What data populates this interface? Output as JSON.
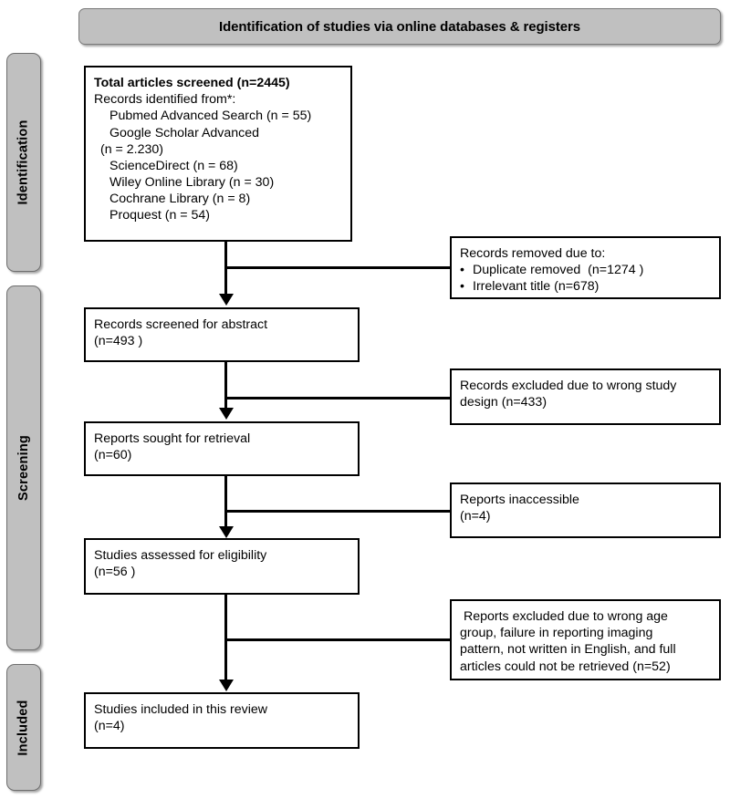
{
  "figure": {
    "type": "prisma-flow-diagram",
    "phase_banner": {
      "label": "Identification of studies via online databases & registers"
    },
    "side_tabs": [
      {
        "key": "identification",
        "label": "Identification"
      },
      {
        "key": "screening",
        "label": "Screening"
      },
      {
        "key": "included",
        "label": "Included"
      }
    ],
    "colors": {
      "banner_fill": "#c0c0c0",
      "banner_border": "#7a7a7a",
      "box_fill": "#ffffff",
      "box_border": "#000000",
      "connector": "#000000"
    },
    "main_boxes": [
      {
        "key": "identification-records",
        "lines": [
          {
            "text": "Total articles screened (n=2445)",
            "bold": true,
            "indent": 0
          },
          {
            "text": "Records identified from*:",
            "bold": false,
            "indent": 0
          },
          {
            "text": "Pubmed Advanced Search (n = 55)",
            "bold": false,
            "indent": 1
          },
          {
            "text": "Google Scholar Advanced",
            "bold": false,
            "indent": 1
          },
          {
            "text": "(n = 2.230)",
            "bold": false,
            "indent": 0
          },
          {
            "text": "ScienceDirect (n = 68)",
            "bold": false,
            "indent": 1
          },
          {
            "text": "Wiley Online Library (n = 30)",
            "bold": false,
            "indent": 1
          },
          {
            "text": "Cochrane Library (n = 8)",
            "bold": false,
            "indent": 1
          },
          {
            "text": "Proquest (n = 54)",
            "bold": false,
            "indent": 1
          }
        ]
      },
      {
        "key": "records-screened",
        "lines": [
          {
            "text": "Records screened for abstract",
            "bold": false,
            "indent": 0
          },
          {
            "text": "(n=493 )",
            "bold": false,
            "indent": 0
          }
        ]
      },
      {
        "key": "reports-sought",
        "lines": [
          {
            "text": "Reports sought for retrieval",
            "bold": false,
            "indent": 0
          },
          {
            "text": "(n=60)",
            "bold": false,
            "indent": 0
          }
        ]
      },
      {
        "key": "studies-assessed",
        "lines": [
          {
            "text": "Studies assessed for eligibility",
            "bold": false,
            "indent": 0
          },
          {
            "text": "(n=56 )",
            "bold": false,
            "indent": 0
          }
        ]
      },
      {
        "key": "studies-included",
        "lines": [
          {
            "text": "Studies included in this review",
            "bold": false,
            "indent": 0
          },
          {
            "text": "(n=4)",
            "bold": false,
            "indent": 0
          }
        ]
      }
    ],
    "exclusion_boxes": [
      {
        "key": "records-removed",
        "lines": [
          {
            "text": "Records removed due to:",
            "bullet": false
          },
          {
            "text": "Duplicate removed  (n=1274 )",
            "bullet": true
          },
          {
            "text": "Irrelevant title (n=678)",
            "bullet": true
          }
        ]
      },
      {
        "key": "records-excluded-design",
        "lines": [
          {
            "text": "Records excluded due to wrong study",
            "bullet": false
          },
          {
            "text": "design (n=433)",
            "bullet": false
          }
        ]
      },
      {
        "key": "reports-inaccessible",
        "lines": [
          {
            "text": "Reports inaccessible",
            "bullet": false
          },
          {
            "text": "(n=4)",
            "bullet": false
          }
        ]
      },
      {
        "key": "reports-excluded-age",
        "lines": [
          {
            "text": " Reports excluded due to wrong age",
            "bullet": false
          },
          {
            "text": "group, failure in reporting imaging",
            "bullet": false
          },
          {
            "text": "pattern, not written in English, and full",
            "bullet": false
          },
          {
            "text": "articles could not be retrieved (n=52)",
            "bullet": false
          }
        ]
      }
    ],
    "chart_data": {
      "type": "flow",
      "title": "Identification of studies via online databases & registers",
      "stages": [
        {
          "label": "Total articles screened",
          "n": 2445
        },
        {
          "label": "Pubmed Advanced Search",
          "n": 55
        },
        {
          "label": "Google Scholar Advanced",
          "n": 2230
        },
        {
          "label": "ScienceDirect",
          "n": 68
        },
        {
          "label": "Wiley Online Library",
          "n": 30
        },
        {
          "label": "Cochrane Library",
          "n": 8
        },
        {
          "label": "Proquest",
          "n": 54
        },
        {
          "label": "Duplicate removed",
          "n": 1274
        },
        {
          "label": "Irrelevant title",
          "n": 678
        },
        {
          "label": "Records screened for abstract",
          "n": 493
        },
        {
          "label": "Records excluded due to wrong study design",
          "n": 433
        },
        {
          "label": "Reports sought for retrieval",
          "n": 60
        },
        {
          "label": "Reports inaccessible",
          "n": 4
        },
        {
          "label": "Studies assessed for eligibility",
          "n": 56
        },
        {
          "label": "Reports excluded due to wrong age group, failure in reporting imaging pattern, not written in English, and full articles could not be retrieved",
          "n": 52
        },
        {
          "label": "Studies included in this review",
          "n": 4
        }
      ]
    }
  }
}
